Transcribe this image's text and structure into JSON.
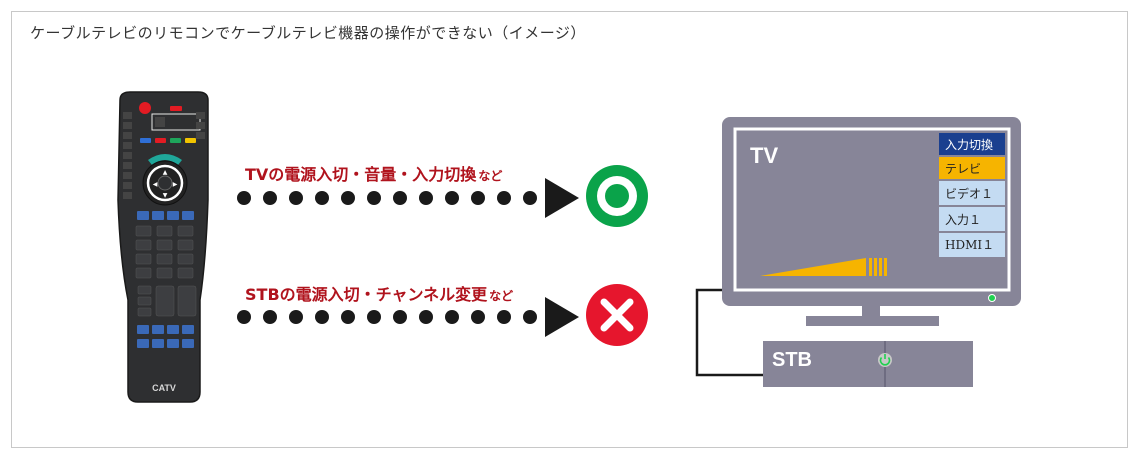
{
  "caption": "ケーブルテレビのリモコンでケーブルテレビ機器の操作ができない（イメージ）",
  "remote": {
    "brand_label": "CATV"
  },
  "rows": [
    {
      "label_main": "TVの電源入切・音量・入力切換",
      "label_suffix": "など",
      "result": "ok",
      "result_icon": "circle-ok-icon",
      "result_color": "#0aa34a"
    },
    {
      "label_main": "STBの電源入切・チャンネル変更",
      "label_suffix": "など",
      "result": "ng",
      "result_icon": "cross-ng-icon",
      "result_color": "#e6162d"
    }
  ],
  "tv": {
    "label": "TV",
    "menu": {
      "items": [
        "入力切換",
        "テレビ",
        "ビデオ１",
        "入力１",
        "HDMI１"
      ],
      "header_color": "#1a3f8f",
      "selected_color": "#f6b400",
      "item_color": "#c4dbf2"
    },
    "volume_level": 0.75
  },
  "stb": {
    "label": "STB"
  },
  "colors": {
    "device_gray": "#878598",
    "remote_body": "#2e2f31",
    "arrow": "#1a1a1a"
  }
}
